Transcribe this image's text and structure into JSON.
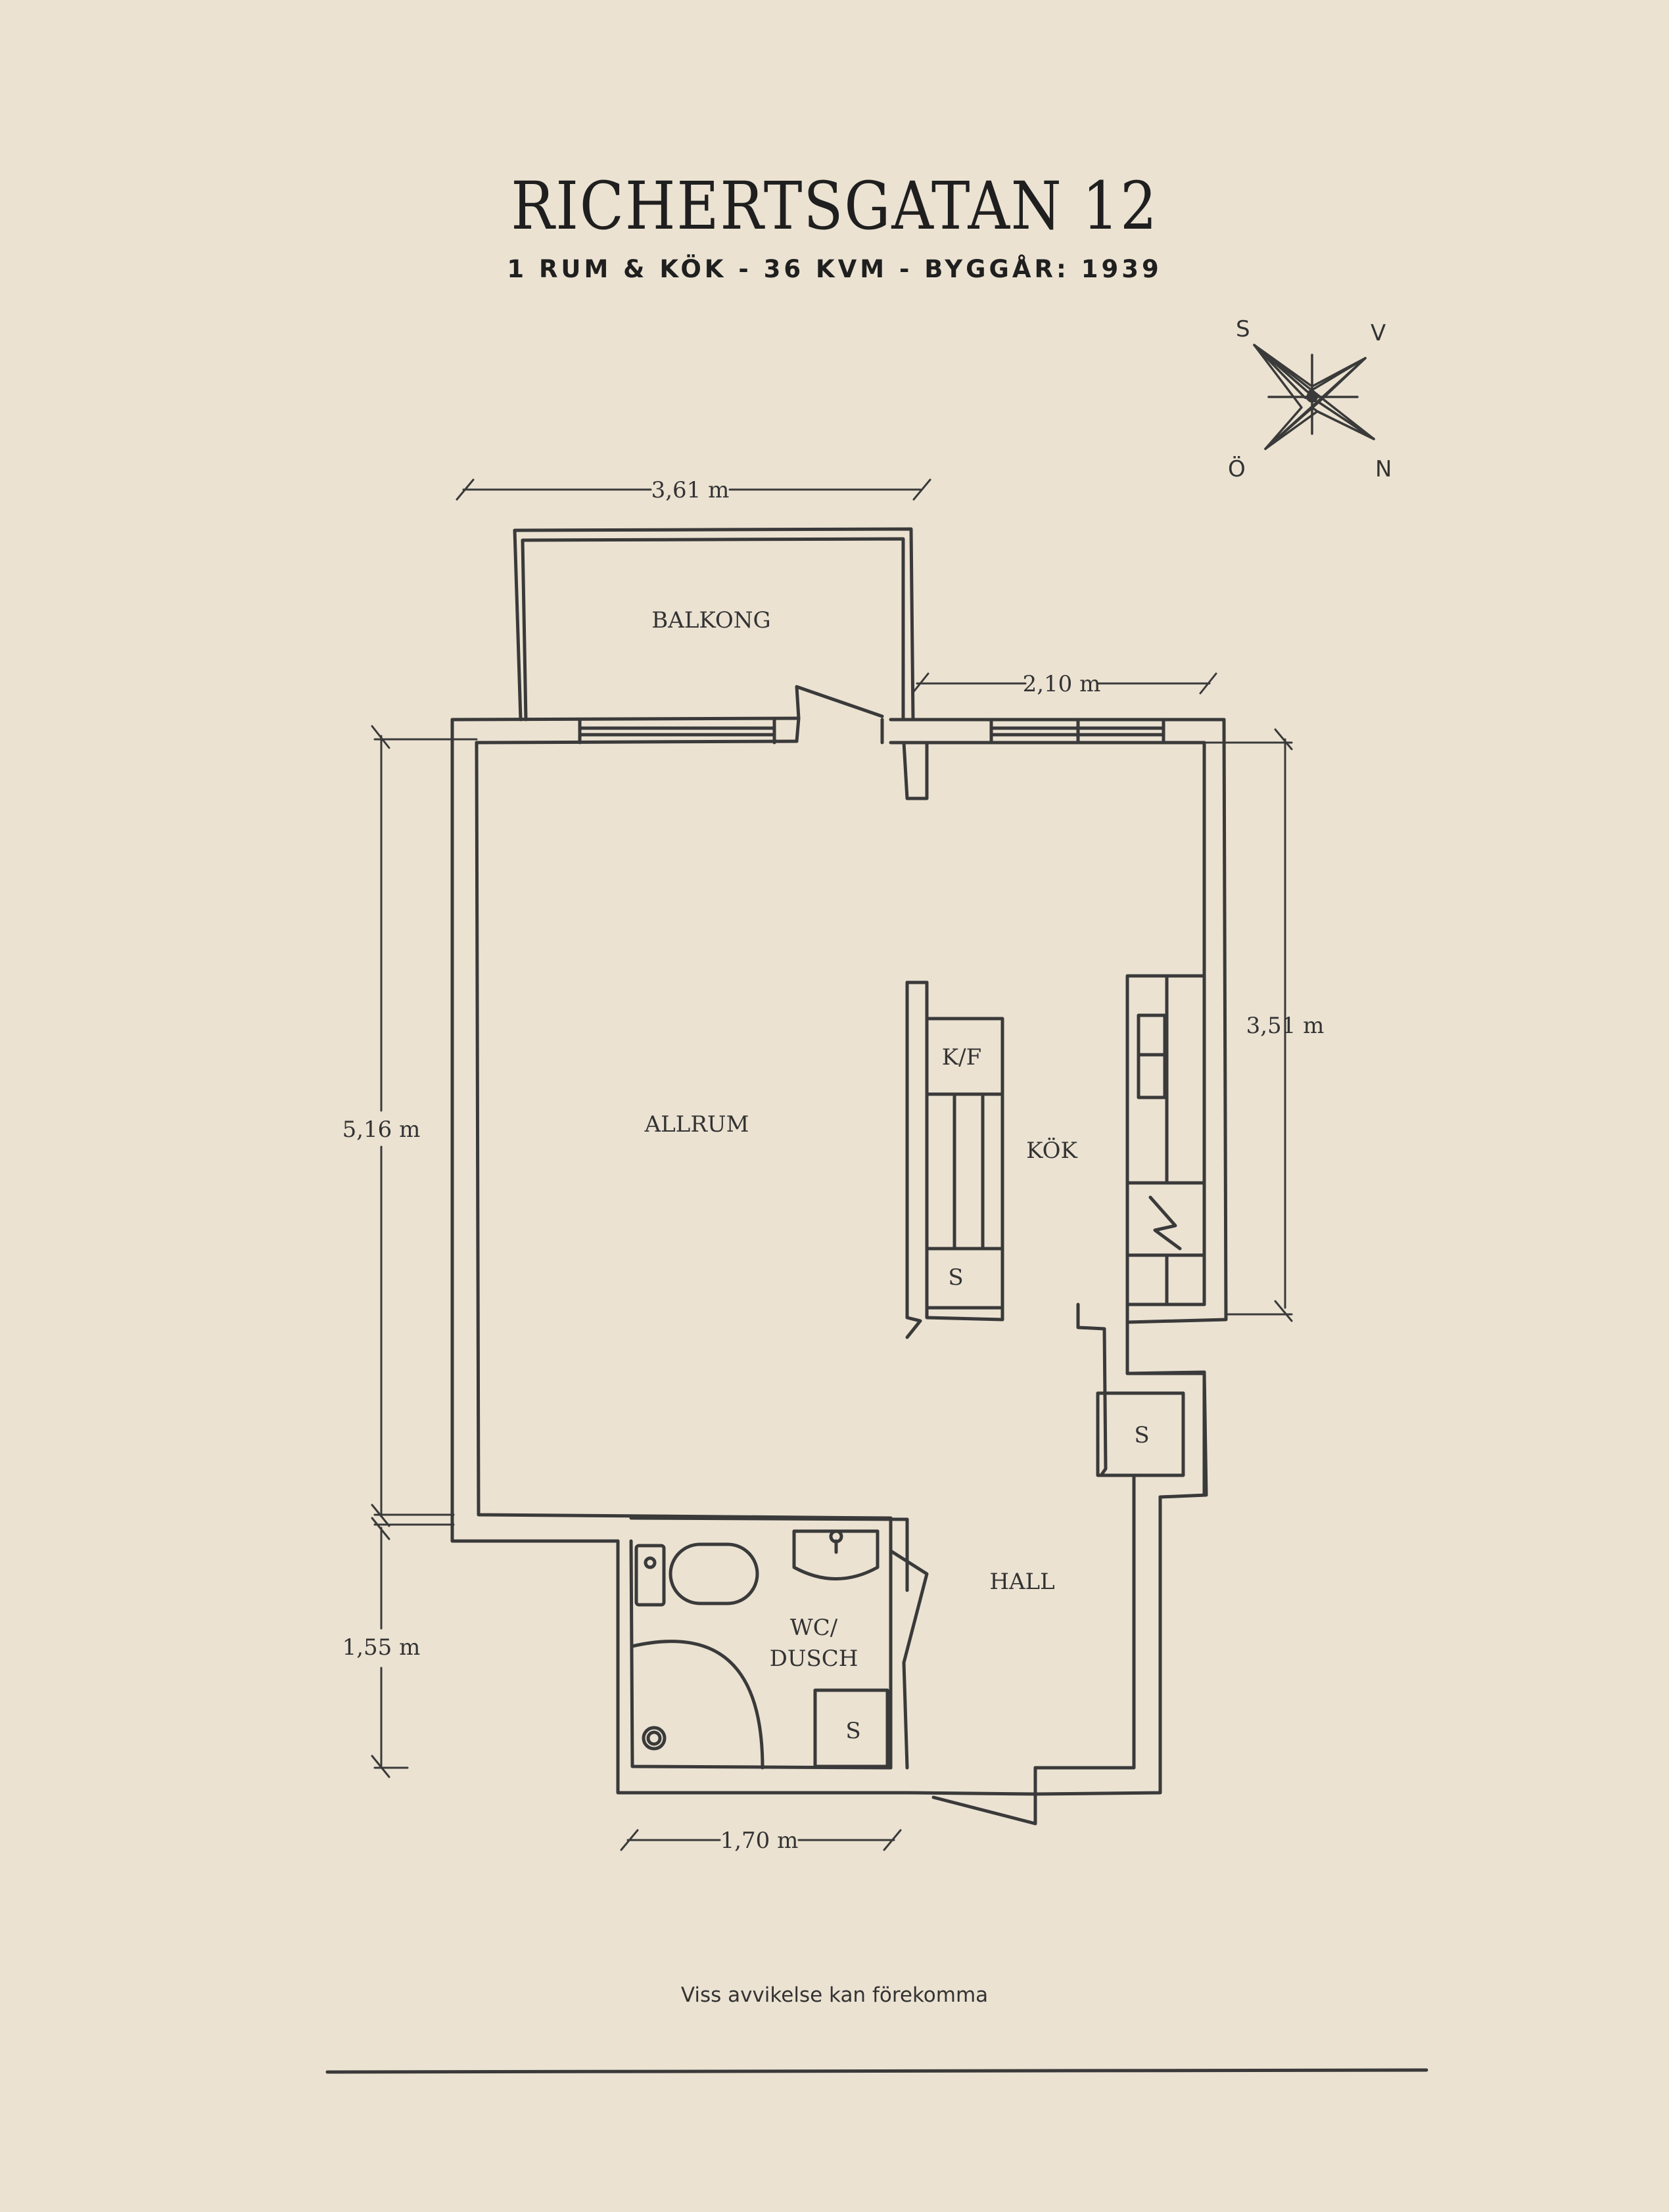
{
  "title": "RICHERTSGATAN 12",
  "subtitle": "1 RUM & KÖK  -  36 KVM  -  BYGGÅR: 1939",
  "compass": {
    "s": "S",
    "v": "V",
    "o": "Ö",
    "n": "N"
  },
  "rooms": {
    "balkong": "BALKONG",
    "allrum": "ALLRUM",
    "kok": "KÖK",
    "kf": "K/F",
    "hall": "HALL",
    "wc_line1": "WC/",
    "wc_line2": "DUSCH",
    "s1": "S",
    "s2": "S",
    "s3": "S"
  },
  "dimensions": {
    "d1": "3,61 m",
    "d2": "2,10 m",
    "d3": "3,51 m",
    "d4": "5,16 m",
    "d5": "1,55 m",
    "d6": "1,70 m"
  },
  "disclaimer": "Viss avvikelse kan förekomma"
}
